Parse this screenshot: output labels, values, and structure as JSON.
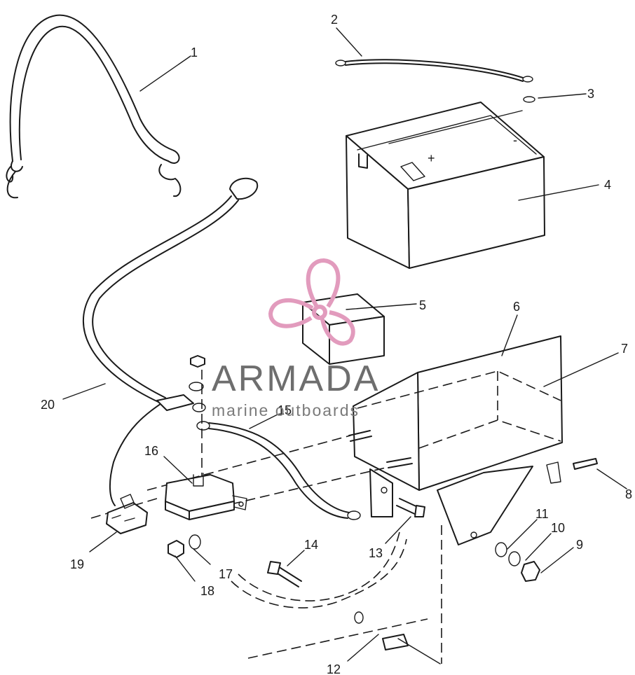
{
  "diagram": {
    "part_numbers": [
      "1",
      "2",
      "3",
      "4",
      "5",
      "6",
      "7",
      "8",
      "9",
      "10",
      "11",
      "12",
      "13",
      "14",
      "15",
      "16",
      "17",
      "18",
      "19",
      "20"
    ],
    "battery_plus": "+",
    "battery_minus": "-"
  },
  "watermark": {
    "brand": "ARMADA",
    "tagline": "marine outboards",
    "color": "#e29bbd"
  }
}
